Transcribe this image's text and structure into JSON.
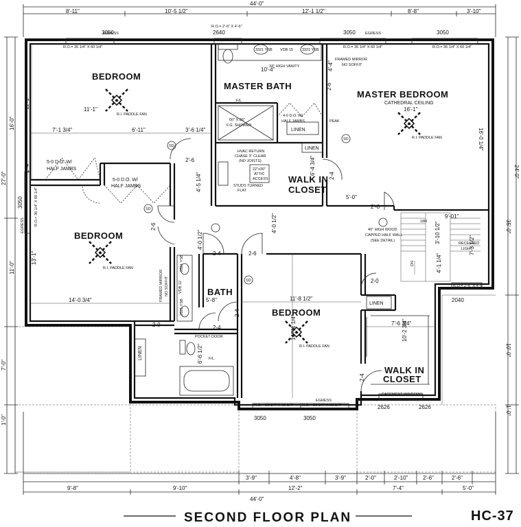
{
  "drawing": {
    "title": "SECOND FLOOR PLAN",
    "sheet": "HC-37"
  },
  "rooms": {
    "bedroom_nw": "BEDROOM",
    "bedroom_w": "BEDROOM",
    "bedroom_c": "BEDROOM",
    "master_bath": "MASTER BATH",
    "master_bedroom": "MASTER BEDROOM",
    "master_bedroom_sub": "CATHEDRAL CEILING",
    "bath": "BATH",
    "walk_in_closet_1a": "WALK IN",
    "walk_in_closet_1b": "CLOSET",
    "walk_in_closet_2a": "WALK IN",
    "walk_in_closet_2b": "CLOSET",
    "linen_1": "LINEN",
    "linen_2": "LINEN",
    "linen_3": "LINEN",
    "linen_4": "LINEN"
  },
  "notes": {
    "paddle_fan": "R.I. PADDLE FAN",
    "sd": "SD",
    "fl": "F/L",
    "framed_mirror_a": "FRAMED MIRROR",
    "framed_mirror_b": "NO SOFFIT",
    "vanity_34": "34\" HIGH VANITY",
    "shower_a": "60\" X 36\"",
    "shower_b": "F.G. SHOWER",
    "half_jambs_40_a": "4-0 D.O. W/",
    "half_jambs_40_b": "HALF JAMBS",
    "half_jambs_50a_a": "5-0 D.O. W/",
    "half_jambs_50a_b": "HALF JAMBS",
    "half_jambs_50b_a": "5-0 D.O. W/",
    "half_jambs_50b_b": "HALF JAMBS",
    "hvac_a": "HVAC RETURN",
    "hvac_b": "CHASE 3\" CLEAR",
    "hvac_c": "(NO JOISTS)",
    "attic_a": "22\"x30\"",
    "attic_b": "ATTIC",
    "attic_c": "ACCESS",
    "studs_a": "STUDS TURNED",
    "studs_b": "FLAT",
    "wood_wall_a": "40\" HIGH WOOD",
    "wood_wall_b": "CAPPED HALF WALL",
    "wood_wall_c": "(SEE DETAIL)",
    "peak": "PEAK",
    "recessed_a": "RECESSED",
    "recessed_b": "LIGHT",
    "dn": "DN",
    "pocket_door": "POCKET DOOR",
    "casement": "CASEMENT WINDOWS",
    "egress": "EGRESS",
    "ro_window": "R.O.= 36 1/4\" X 60 1/4\"",
    "ro_window_b": "R.O.= 2'-6\" X 4'-6\"",
    "ro_window_c": "R.O.= 2'-6\" X 4'-6\"",
    "vdb_15": "VDB 15",
    "vdb_12": "VDB 12",
    "ysb_3321a": "3321 YSB",
    "ysb_3321b": "3321 YSB",
    "ysb_2521a": "2521 YSB",
    "ysb_2521b": "2521 YSB",
    "stair_mark": "18R"
  },
  "windows": {
    "w1": "3050",
    "w2": "2640",
    "w3": "3050",
    "w4": "3050",
    "w5": "3050",
    "w6": "3050",
    "w7": "3050",
    "w8": "2626",
    "w9": "2626",
    "w10": "2040"
  },
  "dims_top": [
    "44'-0\"",
    "8'-11\"",
    "10'-5 1/2\"",
    "12'-1 1/2\"",
    "8'-8\"",
    "3'-10\""
  ],
  "dims_bottom": [
    "3'-9\"",
    "4'-8\"",
    "3'-9\"",
    "2'-0\"",
    "2'-10\"",
    "2'-6\"",
    "2'-6\"",
    "9'-8\"",
    "9'-10\"",
    "12'-2\"",
    "7'-4\"",
    "5'-0\"",
    "44'-0\""
  ],
  "dims_left": [
    "16'-0\"",
    "27'-0\"",
    "11'-0\"",
    "7'-0\"",
    "1'-0\""
  ],
  "dims_right": [
    "24'-0\"",
    "35'-0\"",
    "10'-0\"",
    "1'-0\""
  ],
  "dims_interior": {
    "d_11_1": "11'-1\"",
    "d_11_1b": "11'-1\"",
    "d_7_1_3_4": "7'-1 3/4\"",
    "d_6_11": "6'-11\"",
    "d_3_6_1_4": "3'-6 1/4\"",
    "d_10_4": "10'-4\"",
    "d_16_1": "16'-1\"",
    "d_16_0_1_4": "16'-0 1/4\"",
    "d_2_4a": "2'-4\"",
    "d_5_0": "5'-0\"",
    "d_2_6a": "2'-6",
    "d_2_6b": "2'-6",
    "d_2_6c": "2-6",
    "d_2_6d": "2-6",
    "d_2_6e": "2-6",
    "d_2_4b": "2-4",
    "d_2_4c": "2-4",
    "d_2_4d": "2-4",
    "d_2_4e": "2-4",
    "d_2_4f": "2-4",
    "d_2_0a": "2-0",
    "d_2_0b": "2-0",
    "d_4_5": "4'-5 1/4\"",
    "d_4_0a": "4'-0 1/2\"",
    "d_4_0b": "4'-0 1/2\"",
    "d_13_1": "13'-1\"",
    "d_14_0": "14'-0 3/4\"",
    "d_5_8": "5'-8\"",
    "d_11_8": "11'-8 1/2\"",
    "d_14_11": "14'-11 1/4\"",
    "d_7_6": "7'-6 3/4\"",
    "d_10_2": "10'-2 3/4\"",
    "d_6_6": "6'-6 1/2\"",
    "d_4_1": "4'-1 1/4\"",
    "d_3_10": "3'-10 1/2\"",
    "d_9_0": "9'-01\"",
    "d_7_3": "7'-3 1/2\"",
    "d_4_4": "4'-4\"",
    "d_6_4": "6'-4 3/4\""
  }
}
